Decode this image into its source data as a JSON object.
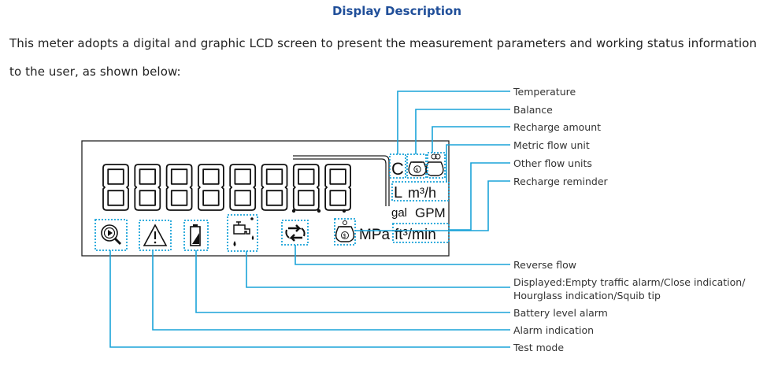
{
  "heading": "Display Description",
  "paragraph": "This meter adopts a digital and graphic LCD screen to present the measurement parameters and working status information to the user, as shown below:",
  "lcd": {
    "digits": "88888888",
    "temp_unit": "C",
    "unit_L": "L",
    "unit_m3h": "m³/h",
    "unit_gal": "gal",
    "unit_gpm": "GPM",
    "unit_mpa": "MPa",
    "unit_ft3min": "ft³/min"
  },
  "callouts": {
    "temperature": "Temperature",
    "balance": "Balance",
    "recharge_amount": "Recharge amount",
    "metric_flow_unit": "Metric flow unit",
    "other_flow_units": "Other flow units",
    "recharge_reminder": "Recharge reminder",
    "reverse_flow": "Reverse flow",
    "displayed_line1": "Displayed:Empty traffic alarm/Close indication/",
    "displayed_line2": "Hourglass indication/Squib tip",
    "battery_level_alarm": "Battery level alarm",
    "alarm_indication": "Alarm indication",
    "test_mode": "Test mode"
  },
  "colors": {
    "heading": "#1f4e99",
    "callout_line": "#1aa3d9",
    "lcd_border": "#222222"
  }
}
